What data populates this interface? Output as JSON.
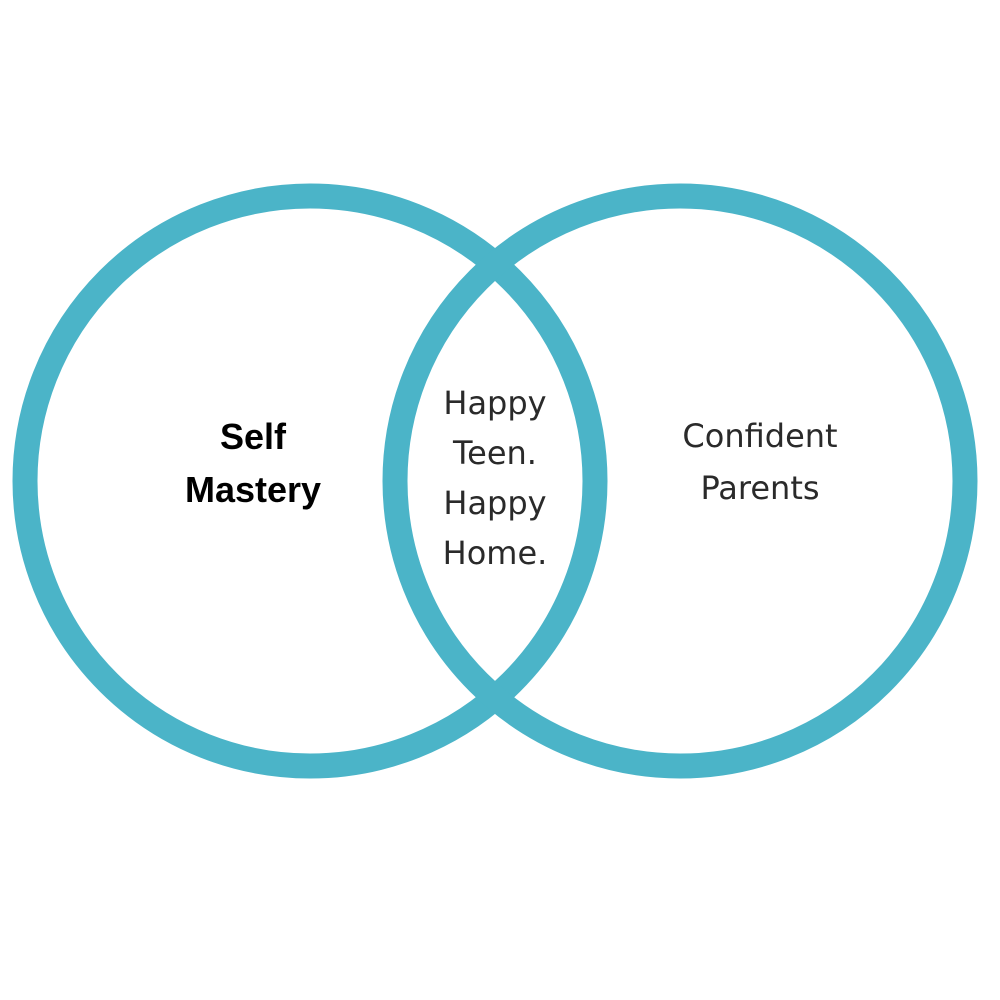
{
  "diagram": {
    "type": "venn",
    "ring_color": "#4bb4c8",
    "left": {
      "lines": [
        "Self",
        "Mastery"
      ]
    },
    "overlap": {
      "lines": [
        "Happy",
        "Teen.",
        "Happy",
        "Home."
      ]
    },
    "right": {
      "lines": [
        "Confident",
        "Parents"
      ]
    }
  }
}
